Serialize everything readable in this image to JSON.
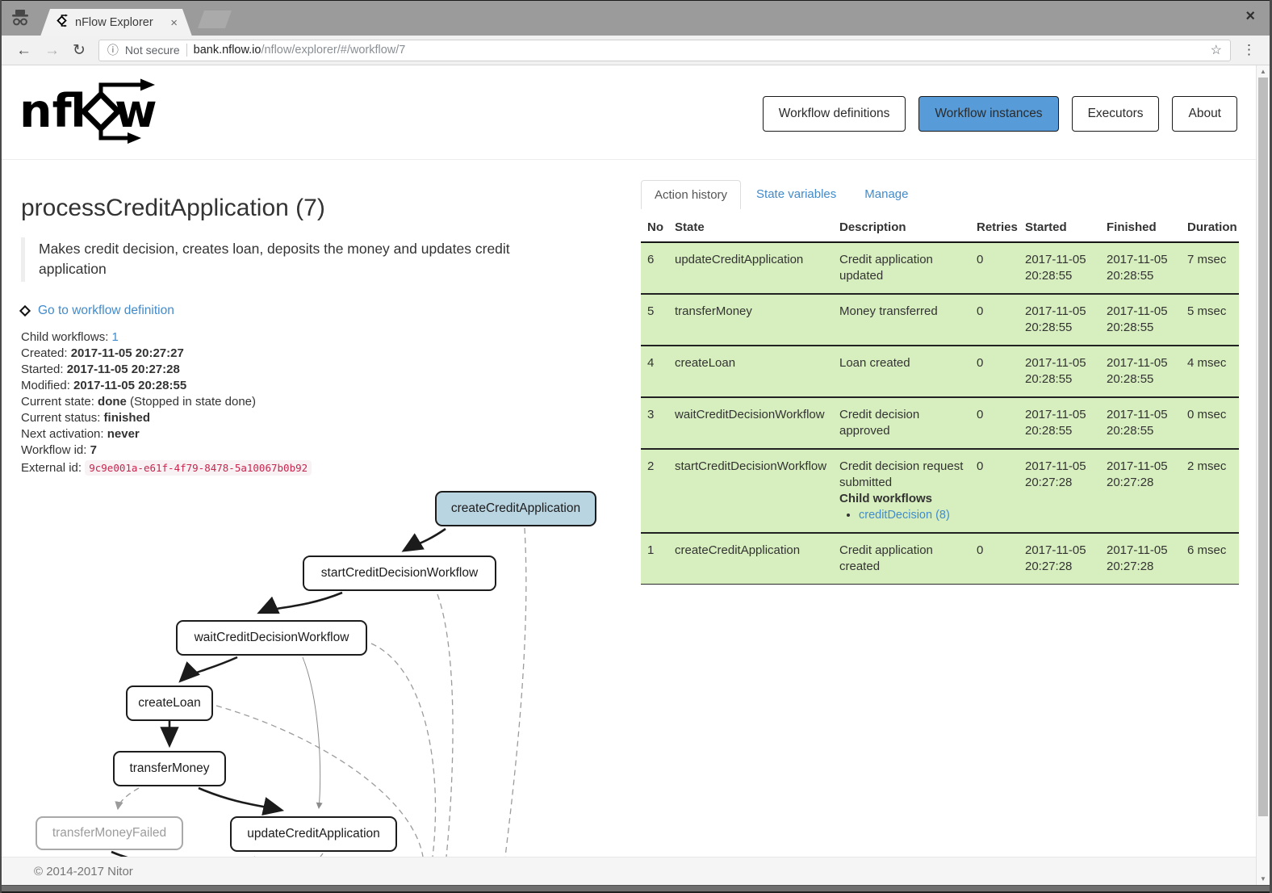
{
  "browser": {
    "tab_title": "nFlow Explorer",
    "security_label": "Not secure",
    "url_host": "bank.nflow.io",
    "url_path": "/nflow/explorer/#/workflow/7",
    "icons": {
      "tab_close": "×",
      "window_close": "×",
      "back": "←",
      "forward": "→",
      "refresh": "↻",
      "info": "ⓘ",
      "bookmark_star": "☆",
      "menu_dots": "⋮",
      "scroll_up": "▲",
      "scroll_down": "▼"
    }
  },
  "header": {
    "logo": {
      "pre": "nfl",
      "post": "w"
    },
    "nav": [
      {
        "label": "Workflow definitions",
        "active": false
      },
      {
        "label": "Workflow instances",
        "active": true
      },
      {
        "label": "Executors",
        "active": false
      },
      {
        "label": "About",
        "active": false
      }
    ]
  },
  "workflow": {
    "title": "processCreditApplication (7)",
    "description": "Makes credit decision, creates loan, deposits the money and updates credit application",
    "definition_link": "Go to workflow definition",
    "meta": [
      {
        "label": "Child workflows:",
        "value": "1",
        "type": "link"
      },
      {
        "label": "Created:",
        "value": "2017-11-05 20:27:27"
      },
      {
        "label": "Started:",
        "value": "2017-11-05 20:27:28"
      },
      {
        "label": "Modified:",
        "value": "2017-11-05 20:28:55"
      },
      {
        "label": "Current state:",
        "value": "done",
        "suffix": " (Stopped in state done)"
      },
      {
        "label": "Current status:",
        "value": "finished"
      },
      {
        "label": "Next activation:",
        "value": "never"
      },
      {
        "label": "Workflow id:",
        "value": "7"
      },
      {
        "label": "External id:",
        "value": "9c9e001a-e61f-4f79-8478-5a10067b0b92",
        "type": "code"
      }
    ]
  },
  "tabs": [
    {
      "label": "Action history",
      "active": true
    },
    {
      "label": "State variables",
      "active": false
    },
    {
      "label": "Manage",
      "active": false
    }
  ],
  "action_table": {
    "columns": [
      "No",
      "State",
      "Description",
      "Retries",
      "Started",
      "Finished",
      "Duration"
    ],
    "rows": [
      {
        "no": "6",
        "state": "updateCreditApplication",
        "description": "Credit application updated",
        "retries": "0",
        "started": "2017-11-05 20:28:55",
        "finished": "2017-11-05 20:28:55",
        "duration": "7 msec"
      },
      {
        "no": "5",
        "state": "transferMoney",
        "description": "Money transferred",
        "retries": "0",
        "started": "2017-11-05 20:28:55",
        "finished": "2017-11-05 20:28:55",
        "duration": "5 msec"
      },
      {
        "no": "4",
        "state": "createLoan",
        "description": "Loan created",
        "retries": "0",
        "started": "2017-11-05 20:28:55",
        "finished": "2017-11-05 20:28:55",
        "duration": "4 msec"
      },
      {
        "no": "3",
        "state": "waitCreditDecisionWorkflow",
        "description": "Credit decision approved",
        "retries": "0",
        "started": "2017-11-05 20:28:55",
        "finished": "2017-11-05 20:28:55",
        "duration": "0 msec"
      },
      {
        "no": "2",
        "state": "startCreditDecisionWorkflow",
        "description": "Credit decision request submitted",
        "retries": "0",
        "started": "2017-11-05 20:27:28",
        "finished": "2017-11-05 20:27:28",
        "duration": "2 msec",
        "child_workflows_label": "Child workflows",
        "child_workflows": [
          {
            "label": "creditDecision (8)"
          }
        ]
      },
      {
        "no": "1",
        "state": "createCreditApplication",
        "description": "Credit application created",
        "retries": "0",
        "started": "2017-11-05 20:27:28",
        "finished": "2017-11-05 20:27:28",
        "duration": "6 msec"
      }
    ]
  },
  "diagram": {
    "nodes": [
      {
        "id": "createCreditApplication",
        "label": "createCreditApplication",
        "style": "active"
      },
      {
        "id": "startCreditDecisionWorkflow",
        "label": "startCreditDecisionWorkflow",
        "style": "normal"
      },
      {
        "id": "waitCreditDecisionWorkflow",
        "label": "waitCreditDecisionWorkflow",
        "style": "normal"
      },
      {
        "id": "createLoan",
        "label": "createLoan",
        "style": "normal"
      },
      {
        "id": "transferMoney",
        "label": "transferMoney",
        "style": "normal"
      },
      {
        "id": "transferMoneyFailed",
        "label": "transferMoneyFailed",
        "style": "inactive"
      },
      {
        "id": "updateCreditApplication",
        "label": "updateCreditApplication",
        "style": "normal"
      }
    ]
  },
  "footer": {
    "copyright": "© 2014-2017 Nitor"
  },
  "colors": {
    "accent_blue": "#579bd8",
    "link_blue": "#428bca",
    "row_green": "#d7efbe",
    "node_blue": "#bad5e2",
    "code_pink": "#c7254e",
    "code_bg": "#f9f2f4"
  }
}
